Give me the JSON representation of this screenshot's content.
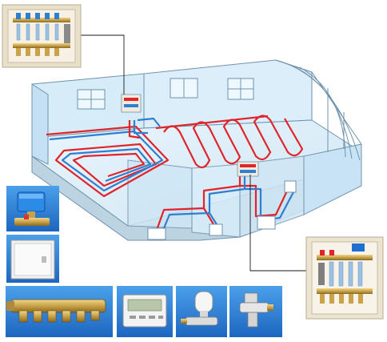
{
  "diagram": {
    "kind": "underfloor-heating-illustration",
    "colors": {
      "supply_pipe": "#e0242b",
      "return_pipe": "#2f7fd0",
      "wall_fill": "#d6ecf8",
      "wall_edge": "#6f93ad",
      "floor_fill": "#e8f4fb",
      "photo_bg": "#2a7fd6",
      "cabinet": "#efe7d6",
      "brass": "#c9a24a"
    },
    "components": [
      {
        "name": "manifold-cabinet-top-left",
        "icon": "manifold-cabinet-icon"
      },
      {
        "name": "manifold-cabinet-bottom-right",
        "icon": "manifold-cabinet-icon"
      },
      {
        "name": "zone-valve-actuator",
        "icon": "actuator-valve-icon"
      },
      {
        "name": "wall-cabinet-box",
        "icon": "cabinet-box-icon"
      },
      {
        "name": "brass-manifold-bar",
        "icon": "manifold-bar-icon"
      },
      {
        "name": "room-thermostat",
        "icon": "thermostat-icon"
      },
      {
        "name": "thermostatic-radiator-valve",
        "icon": "radiator-valve-icon"
      },
      {
        "name": "angle-lockshield-valve",
        "icon": "angle-valve-icon"
      }
    ]
  }
}
